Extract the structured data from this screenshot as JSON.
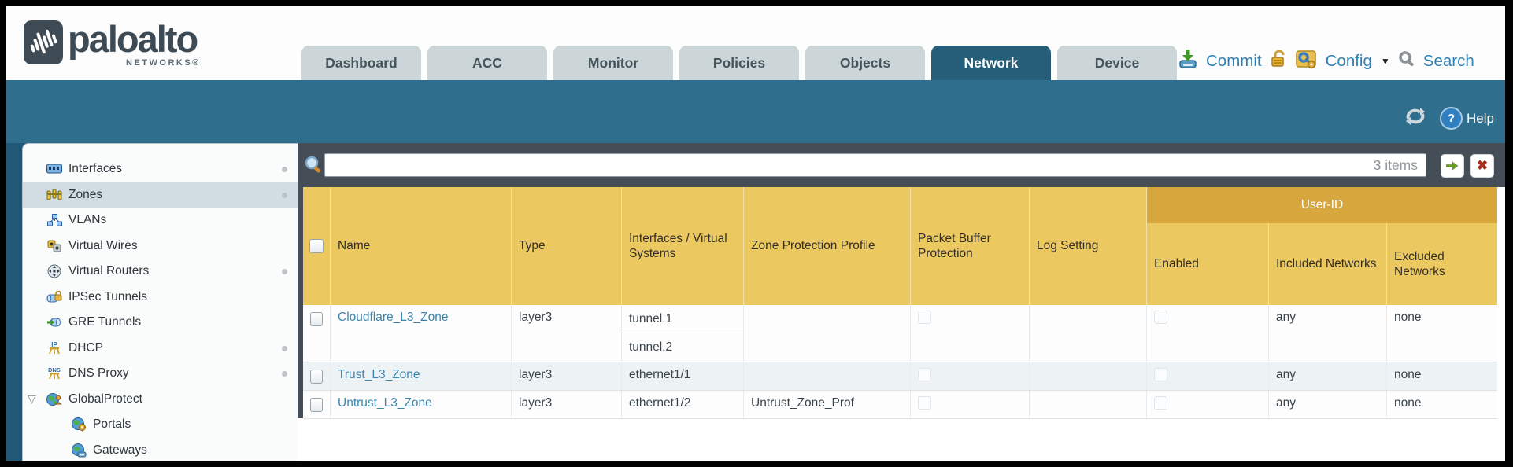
{
  "brand": {
    "name": "paloalto",
    "sub": "NETWORKS®"
  },
  "tabs": [
    {
      "label": "Dashboard",
      "active": false
    },
    {
      "label": "ACC",
      "active": false
    },
    {
      "label": "Monitor",
      "active": false
    },
    {
      "label": "Policies",
      "active": false
    },
    {
      "label": "Objects",
      "active": false
    },
    {
      "label": "Network",
      "active": true
    },
    {
      "label": "Device",
      "active": false
    }
  ],
  "topbar_actions": {
    "commit": "Commit",
    "config": "Config",
    "search": "Search"
  },
  "band": {
    "help": "Help"
  },
  "sidebar": {
    "items": [
      {
        "label": "Interfaces"
      },
      {
        "label": "Zones"
      },
      {
        "label": "VLANs"
      },
      {
        "label": "Virtual Wires"
      },
      {
        "label": "Virtual Routers"
      },
      {
        "label": "IPSec Tunnels"
      },
      {
        "label": "GRE Tunnels"
      },
      {
        "label": "DHCP"
      },
      {
        "label": "DNS Proxy"
      },
      {
        "label": "GlobalProtect"
      },
      {
        "label": "Portals"
      },
      {
        "label": "Gateways"
      }
    ]
  },
  "filterbar": {
    "value": "",
    "count": "3 items"
  },
  "table": {
    "group_header": "User-ID",
    "columns": {
      "name": "Name",
      "type": "Type",
      "interfaces": "Interfaces / Virtual Systems",
      "zpp": "Zone Protection Profile",
      "pbp": "Packet Buffer Protection",
      "log": "Log Setting",
      "enabled": "Enabled",
      "included": "Included Networks",
      "excluded": "Excluded Networks"
    },
    "rows": [
      {
        "name": "Cloudflare_L3_Zone",
        "type": "layer3",
        "interfaces": [
          "tunnel.1",
          "tunnel.2"
        ],
        "zpp": "",
        "log": "",
        "included": "any",
        "excluded": "none"
      },
      {
        "name": "Trust_L3_Zone",
        "type": "layer3",
        "interfaces": [
          "ethernet1/1"
        ],
        "zpp": "",
        "log": "",
        "included": "any",
        "excluded": "none"
      },
      {
        "name": "Untrust_L3_Zone",
        "type": "layer3",
        "interfaces": [
          "ethernet1/2"
        ],
        "zpp": "Untrust_Zone_Prof",
        "log": "",
        "included": "any",
        "excluded": "none"
      }
    ]
  },
  "colors": {
    "band_teal": "#306e8e",
    "active_tab": "#265e7a",
    "header_yellow": "#ecc861",
    "user_id_band": "#d7a63c",
    "link_blue": "#3d85ac",
    "action_blue": "#2f81b5"
  }
}
